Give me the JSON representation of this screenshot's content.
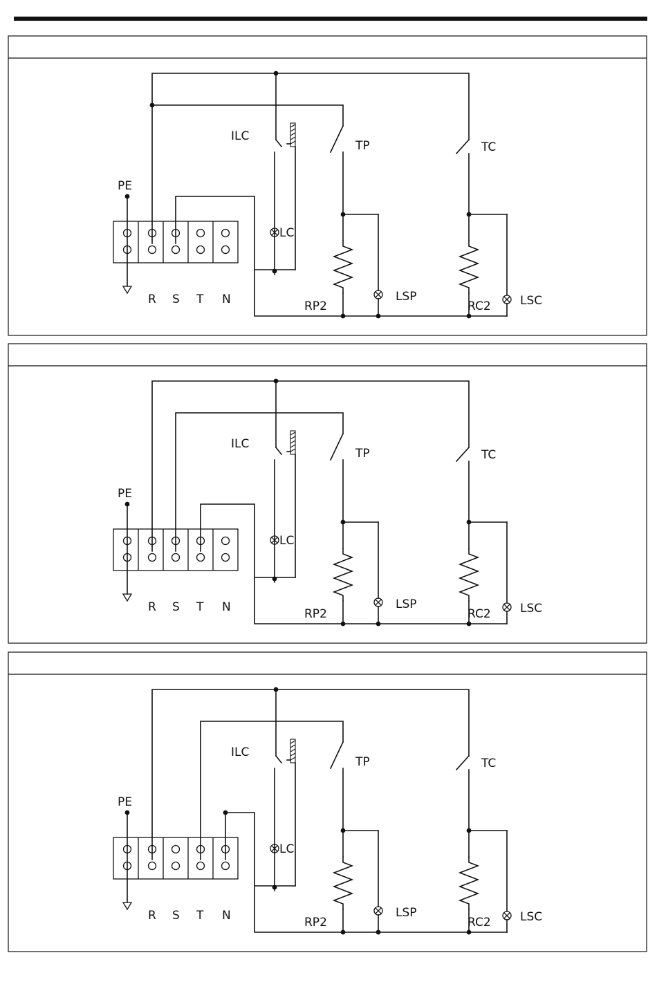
{
  "colors": {
    "ink": "#111111",
    "paper": "#ffffff"
  },
  "panels": [
    {
      "variant": "R-S",
      "labels": {
        "pe": "PE",
        "ilc": "ILC",
        "tp": "TP",
        "tc": "TC",
        "lc": "LC",
        "rp2": "RP2",
        "lsp": "LSP",
        "rc2": "RC2",
        "lsc": "LSC",
        "r": "R",
        "s": "S",
        "t": "T",
        "n": "N"
      }
    },
    {
      "variant": "R-S-T",
      "labels": {
        "pe": "PE",
        "ilc": "ILC",
        "tp": "TP",
        "tc": "TC",
        "lc": "LC",
        "rp2": "RP2",
        "lsp": "LSP",
        "rc2": "RC2",
        "lsc": "LSC",
        "r": "R",
        "s": "S",
        "t": "T",
        "n": "N"
      }
    },
    {
      "variant": "R-T-N",
      "labels": {
        "pe": "PE",
        "ilc": "ILC",
        "tp": "TP",
        "tc": "TC",
        "lc": "LC",
        "rp2": "RP2",
        "lsp": "LSP",
        "rc2": "RC2",
        "lsc": "LSC",
        "r": "R",
        "s": "S",
        "t": "T",
        "n": "N"
      }
    }
  ]
}
